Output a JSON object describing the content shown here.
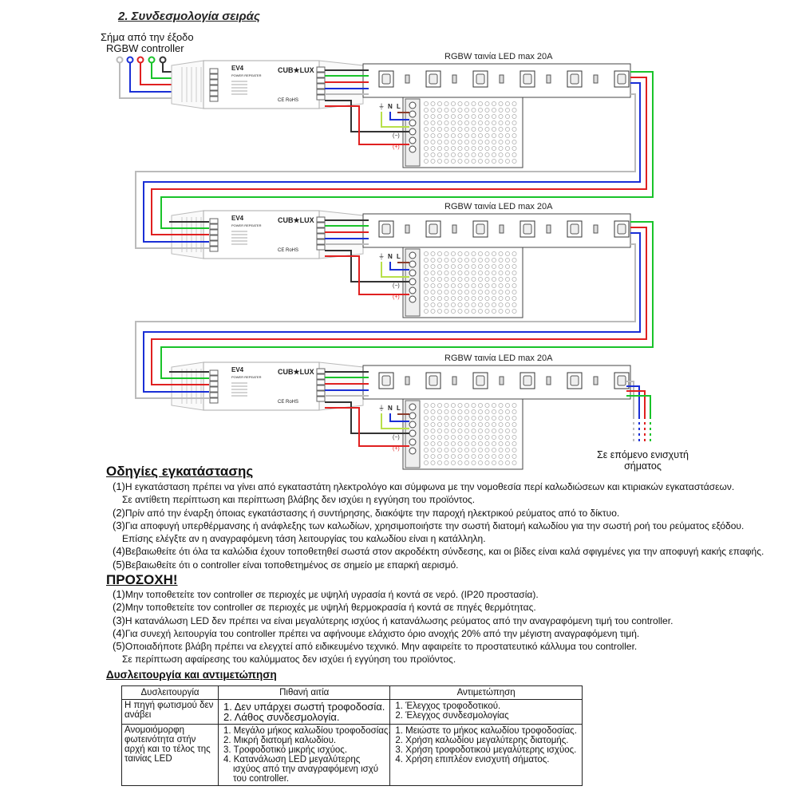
{
  "title": "2. Συνδεσμολογία σειράς",
  "signal_label": [
    "Σήμα από την έξοδο",
    "RGBW controller"
  ],
  "strip_label": "RGBW ταινία LED max 20A",
  "repeater": {
    "model": "EV4",
    "subtitle": "POWER REPEATER",
    "brand": "CUB★LUX",
    "marks": "CE RoHS"
  },
  "psu_labels": {
    "earth": "⏚",
    "n": "N",
    "l": "L",
    "minus": "(−)",
    "plus": "(+)"
  },
  "next_label": [
    "Σε επόμενο ενισχυτή",
    "σήματος"
  ],
  "wire_colors": {
    "white": "#bbbbbb",
    "blue": "#1a2fd6",
    "red": "#e02020",
    "green": "#19c32a",
    "black": "#333333",
    "lime": "#b8e04a",
    "brown": "#8b3a2a"
  },
  "instructions": {
    "heading": "Οδηγίες εγκατάστασης",
    "items": [
      {
        "n": "(1)",
        "text": "Η εγκατάσταση πρέπει να γίνει από εγκαταστάτη ηλεκτρολόγο και σύμφωνα με την νομοθεσία περί καλωδιώσεων και κτιριακών εγκαταστάσεων.",
        "cont": "Σε αντίθετη περίπτωση και περίπτωση βλάβης δεν ισχύει η εγγύηση του προϊόντος."
      },
      {
        "n": "(2)",
        "text": "Πρίν από την έναρξη όποιας εγκατάστασης ή συντήρησης, διακόψτε την παροχή ηλεκτρικού ρεύματος από το δίκτυο."
      },
      {
        "n": "(3)",
        "text": "Για αποφυγή υπερθέρμανσης ή ανάφλεξης των καλωδίων, χρησιμοποιήστε την σωστή διατομή καλωδίου για την σωστή ροή του ρεύματος  εξόδου.",
        "cont": "Επίσης ελέγξτε αν η αναγραφόμενη τάση λειτουργίας του καλωδίου είναι η κατάλληλη."
      },
      {
        "n": "(4)",
        "text": "Βεβαιωθείτε ότι όλα τα καλώδια έχουν τοποθετηθεί σωστά στον ακροδέκτη σύνδεσης, και οι βίδες είναι καλά σφιγμένες για την αποφυγή κακής επαφής."
      },
      {
        "n": "(5)",
        "text": "Βεβαιωθείτε ότι ο controller είναι τοποθετημένος σε σημείο με επαρκή αερισμό."
      }
    ]
  },
  "warning": {
    "heading": "ΠΡΟΣΟΧΗ!",
    "items": [
      {
        "n": "(1)",
        "text": "Μην τοποθετείτε τον controller σε περιοχές με υψηλή υγρασία ή κοντά σε νερό. (IP20 προστασία)."
      },
      {
        "n": "(2)",
        "text": "Μην τοποθετείτε τον controller σε περιοχές με υψηλή θερμοκρασία ή κοντά σε πηγές θερμότητας."
      },
      {
        "n": "(3)",
        "text": "Η κατανάλωση LED δεν πρέπει να είναι μεγαλύτερης ισχύος ή κατανάλωσης ρεύματος από την αναγραφόμενη τιμή του controller."
      },
      {
        "n": "(4)",
        "text": "Για συνεχή λειτουργία του controller πρέπει να αφήνουμε ελάχιστο όριο ανοχής 20% από την μέγιστη αναγραφόμενη τιμή."
      },
      {
        "n": "(5)",
        "text": "Οποιαδήποτε βλάβη πρέπει να ελεγχτεί από ειδικευμένο τεχνικό. Μην αφαιρείτε το προστατευτικό κάλλυμα του controller.",
        "cont": "Σε περίπτωση αφαίρεσης του καλύμματος δεν ισχύει ή εγγύηση του προϊόντος."
      }
    ]
  },
  "troubleshooting": {
    "heading": "Δυσλειτουργία και αντιμετώπηση",
    "headers": [
      "Δυσλειτουργία",
      "Πιθανή αιτία",
      "Αντιμετώπηση"
    ],
    "rows": [
      {
        "fault": "Η πηγή φωτισμού δεν ανάβει",
        "causes": [
          "1. Δεν υπάρχει σωστή τροφοδοσία.",
          "2. Λάθος συνδεσμολογία."
        ],
        "fixes": [
          "1. Έλεγχος τροφοδοτικού.",
          "2. Έλεγχος συνδεσμολογίας"
        ]
      },
      {
        "fault": "Ανομοιόμορφη φωτεινότητα στήν αρχή και το τέλος της ταινίας LED",
        "causes": [
          "1. Μεγάλο μήκος καλωδίου τροφοδοσίας.",
          "2. Μικρή διατομή καλωδίου.",
          "3. Τροφοδοτικό μικρής ισχύος.",
          "4. Κατανάλωση LED μεγαλύτερης ισχύος από την αναγραφόμενη ισχύ του controller."
        ],
        "fixes": [
          "1. Μειώστε το μήκος καλωδίου τροφοδοσίας.",
          "2. Χρήση καλωδίου μεγαλύτερης διατομής.",
          "3. Χρήση τροφοδοτικού μεγαλύτερης ισχύος.",
          "4. Χρήση επιπλέον ενισχυτή σήματος."
        ]
      }
    ]
  }
}
